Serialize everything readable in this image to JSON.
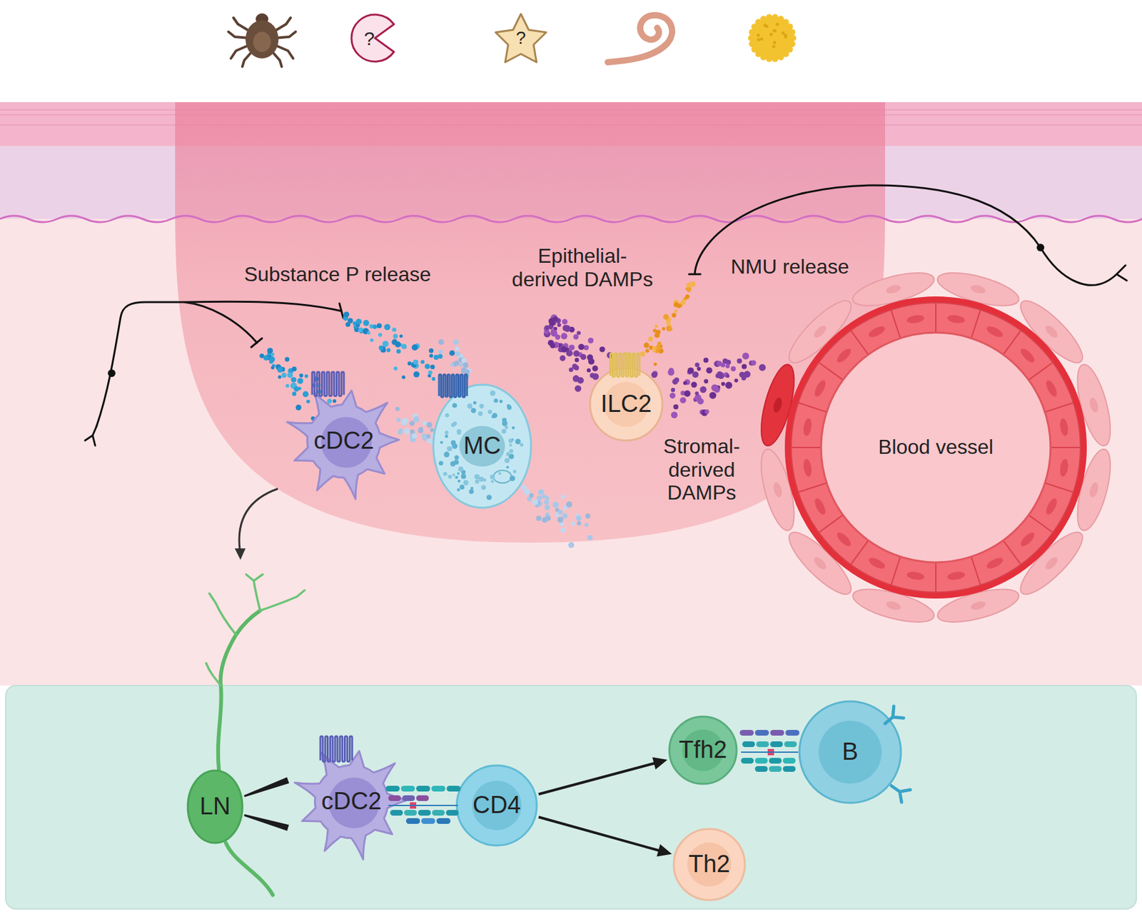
{
  "diagram": {
    "nodes": [
      {
        "text": [
          "?"
        ]
      },
      {
        "text": [
          "?"
        ]
      },
      {
        "text": [
          "cDC2"
        ]
      },
      {
        "text": [
          "MC"
        ]
      },
      {
        "text": [
          "ILC2"
        ]
      },
      {
        "text": [
          "Blood vessel"
        ]
      },
      {
        "text": [
          "LN"
        ]
      },
      {
        "text": [
          "cDC2"
        ]
      },
      {
        "text": [
          "CD4"
        ]
      },
      {
        "text": [
          "Tfh2"
        ]
      },
      {
        "text": [
          "B"
        ]
      },
      {
        "text": [
          "Th2"
        ]
      }
    ],
    "edges": [
      {
        "from": 6,
        "to": 7,
        "arrow": "none"
      },
      {
        "from": 6,
        "to": 7,
        "arrow": "none"
      },
      {
        "from": 8,
        "to": 9,
        "arrow": "to"
      },
      {
        "from": 8,
        "to": 11,
        "arrow": "to"
      }
    ],
    "labels": [
      "Substance P release",
      "Epithelial- derived DAMPs",
      "NMU release",
      "Stromal- derived DAMPs"
    ]
  }
}
